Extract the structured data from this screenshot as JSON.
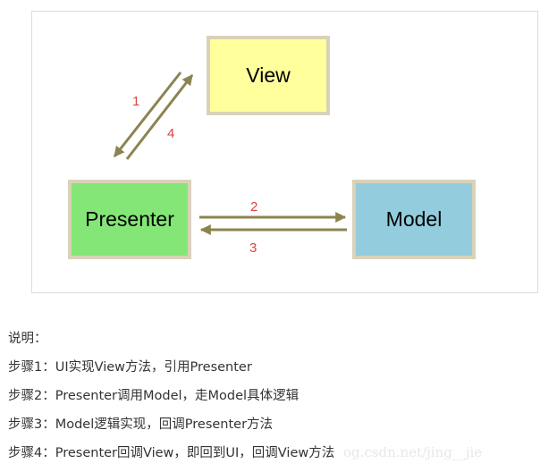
{
  "diagram": {
    "nodes": {
      "view": "View",
      "presenter": "Presenter",
      "model": "Model"
    },
    "step_labels": [
      "1",
      "4",
      "2",
      "3"
    ],
    "colors": {
      "view": "#ffff9c",
      "presenter": "#84e676",
      "model": "#92ccdd",
      "node_border": "#d8d2b8",
      "arrow": "#8c8450",
      "step_label": "#e04040"
    }
  },
  "description": {
    "heading": "说明：",
    "steps": [
      "步骤1：UI实现View方法，引用Presenter",
      "步骤2：Presenter调用Model，走Model具体逻辑",
      "步骤3：Model逻辑实现，回调Presenter方法",
      "步骤4：Presenter回调View，即回到UI，回调View方法"
    ]
  },
  "watermark": "og.csdn.net/jing__jie"
}
